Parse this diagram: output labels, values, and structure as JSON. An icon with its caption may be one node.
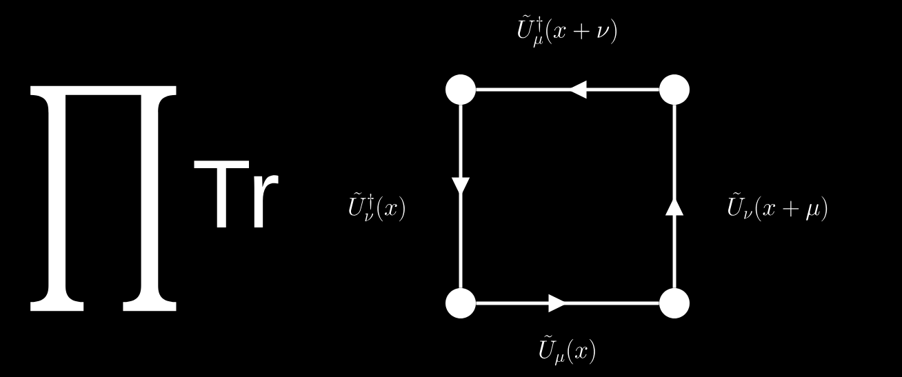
{
  "diagram": {
    "nodes": [
      {
        "text": [],
        "shape": "circle"
      },
      {
        "text": [],
        "shape": "circle"
      },
      {
        "text": [],
        "shape": "circle"
      },
      {
        "text": [],
        "shape": "circle"
      }
    ],
    "edges": [
      {
        "from": 2,
        "to": 3,
        "arrow": "to",
        "label": "\\tilde{U}_{\\mu}(x)"
      },
      {
        "from": 3,
        "to": 1,
        "arrow": "to",
        "label": "\\tilde{U}_{\\nu}(x+\\mu)"
      },
      {
        "from": 1,
        "to": 0,
        "arrow": "to",
        "label": "\\tilde{U}^{\\dagger}_{\\mu}(x+\\nu)"
      },
      {
        "from": 0,
        "to": 2,
        "arrow": "to",
        "label": "\\tilde{U}^{\\dagger}_{\\nu}(x)"
      }
    ],
    "labels": [
      "\\prod",
      "Tr"
    ]
  }
}
